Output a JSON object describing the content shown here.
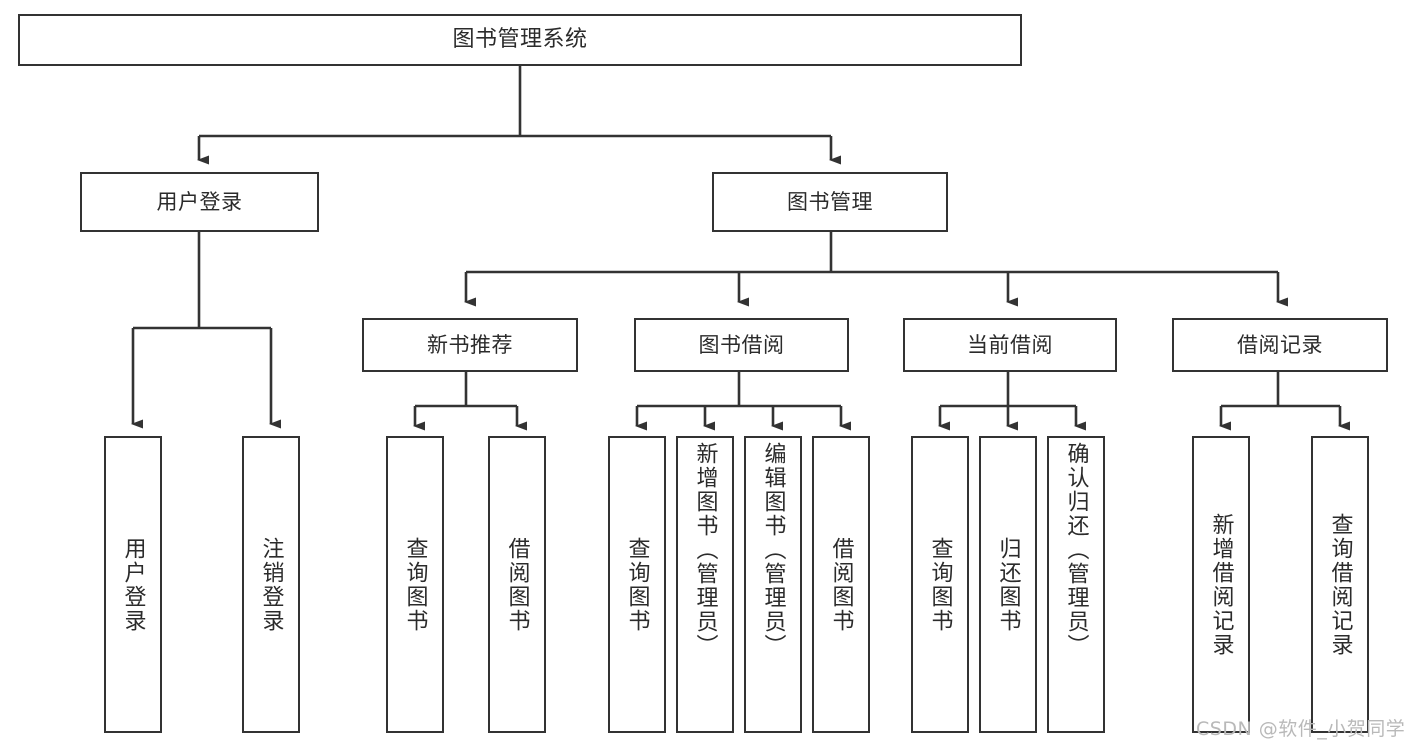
{
  "diagram": {
    "title": "图书管理系统",
    "type": "hierarchy-tree",
    "watermark": "CSDN @软件_小贺同学",
    "colors": {
      "stroke": "#333333",
      "box_fill": "#ffffff",
      "text": "#2b2b2b",
      "watermark": "#b9b9b9",
      "background": "#ffffff"
    },
    "nodes": {
      "root": {
        "label": "图书管理系统"
      },
      "level2": [
        {
          "id": "user-login",
          "label": "用户登录"
        },
        {
          "id": "book-management",
          "label": "图书管理"
        }
      ],
      "level3": [
        {
          "id": "new-book-recommend",
          "label": "新书推荐"
        },
        {
          "id": "book-borrow",
          "label": "图书借阅"
        },
        {
          "id": "current-borrow",
          "label": "当前借阅"
        },
        {
          "id": "borrow-record",
          "label": "借阅记录"
        }
      ],
      "leaves": {
        "user-login": [
          {
            "id": "leaf-user-login",
            "label": "用户登录"
          },
          {
            "id": "leaf-logout-login",
            "label": "注销登录"
          }
        ],
        "new-book-recommend": [
          {
            "id": "leaf-query-book-1",
            "label": "查询图书"
          },
          {
            "id": "leaf-borrow-book-1",
            "label": "借阅图书"
          }
        ],
        "book-borrow": [
          {
            "id": "leaf-query-book-2",
            "label": "查询图书"
          },
          {
            "id": "leaf-add-book-admin",
            "label": "新增图书（管理员）"
          },
          {
            "id": "leaf-edit-book-admin",
            "label": "编辑图书（管理员）"
          },
          {
            "id": "leaf-borrow-book-2",
            "label": "借阅图书"
          }
        ],
        "current-borrow": [
          {
            "id": "leaf-query-book-3",
            "label": "查询图书"
          },
          {
            "id": "leaf-return-book",
            "label": "归还图书"
          },
          {
            "id": "leaf-confirm-return-admin",
            "label": "确认归还（管理员）"
          }
        ],
        "borrow-record": [
          {
            "id": "leaf-add-borrow-record",
            "label": "新增借阅记录"
          },
          {
            "id": "leaf-query-borrow-record",
            "label": "查询借阅记录"
          }
        ]
      }
    }
  }
}
